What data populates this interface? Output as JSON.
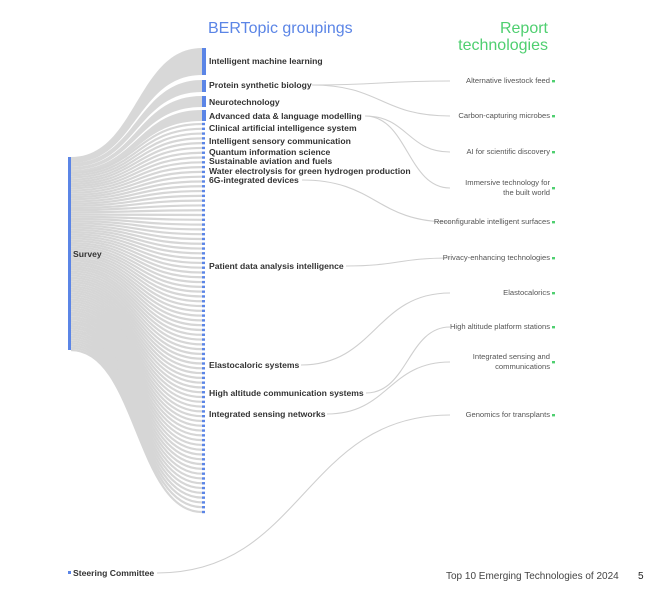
{
  "headings": {
    "groupings": "BERTopic groupings",
    "report_line1": "Report",
    "report_line2": "technologies"
  },
  "sources": [
    {
      "label": "Survey"
    },
    {
      "label": "Steering Committee"
    }
  ],
  "groupings": [
    "Intelligent machine learning",
    "Protein synthetic biology",
    "Neurotechnology",
    "Advanced data & language modelling",
    "Clinical artificial intelligence system",
    "Intelligent sensory communication",
    "Quantum information science",
    "Sustainable aviation and fuels",
    "Water electrolysis for green hydrogen production",
    "6G-integrated devices",
    "Patient data analysis intelligence",
    "Elastocaloric systems",
    "High altitude communication systems",
    "Integrated sensing networks"
  ],
  "technologies": [
    [
      "Alternative livestock feed"
    ],
    [
      "Carbon-capturing microbes"
    ],
    [
      "AI for scientific discovery"
    ],
    [
      "Immersive technology for",
      "the built world"
    ],
    [
      "Reconfigurable intelligent surfaces"
    ],
    [
      "Privacy-enhancing technologies"
    ],
    [
      "Elastocalorics"
    ],
    [
      "High altitude platform stations"
    ],
    [
      "Integrated sensing and",
      "communications"
    ],
    [
      "Genomics for transplants"
    ]
  ],
  "links": [
    {
      "from": "Protein synthetic biology",
      "to": "Alternative livestock feed"
    },
    {
      "from": "Protein synthetic biology",
      "to": "Carbon-capturing microbes"
    },
    {
      "from": "Advanced data & language modelling",
      "to": "AI for scientific discovery"
    },
    {
      "from": "Advanced data & language modelling",
      "to": "Immersive technology for the built world"
    },
    {
      "from": "6G-integrated devices",
      "to": "Reconfigurable intelligent surfaces"
    },
    {
      "from": "Patient data analysis intelligence",
      "to": "Privacy-enhancing technologies"
    },
    {
      "from": "Elastocaloric systems",
      "to": "Elastocalorics"
    },
    {
      "from": "High altitude communication systems",
      "to": "High altitude platform stations"
    },
    {
      "from": "Integrated sensing networks",
      "to": "Integrated sensing and communications"
    },
    {
      "from": "Steering Committee",
      "to": "Genomics for transplants"
    }
  ],
  "footer": {
    "text": "Top 10 Emerging Technologies of 2024",
    "page": "5"
  },
  "colors": {
    "groupings": "#5b85e6",
    "report": "#4fcf70",
    "flow": "#d6d6d6",
    "link": "#cfcfcf"
  }
}
